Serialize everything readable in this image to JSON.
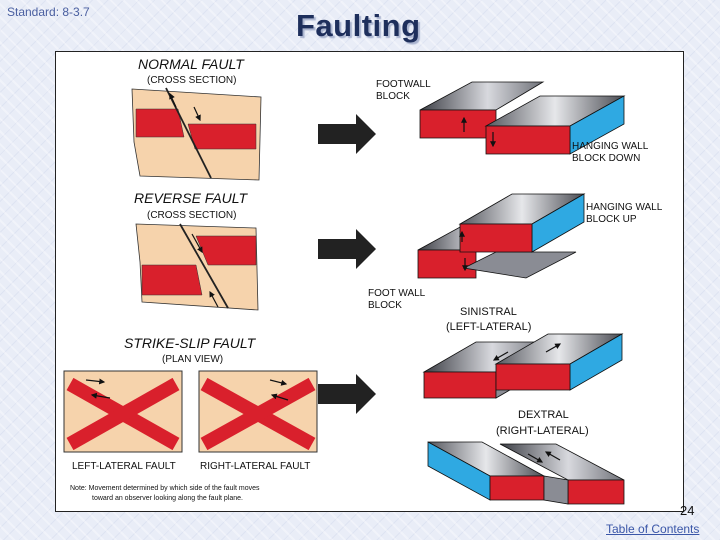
{
  "header": {
    "standard": "Standard: 8-3.7",
    "title": "Faulting"
  },
  "diagram": {
    "normal_fault_title": "NORMAL FAULT",
    "normal_fault_sub": "(CROSS SECTION)",
    "reverse_fault_title": "REVERSE FAULT",
    "reverse_fault_sub": "(CROSS SECTION)",
    "strike_slip_title": "STRIKE-SLIP FAULT",
    "strike_slip_sub": "(PLAN VIEW)",
    "footwall_line1": "FOOTWALL",
    "footwall_line2": "BLOCK",
    "hanging_down_line1": "HANGING WALL",
    "hanging_down_line2": "BLOCK DOWN",
    "hanging_up_line1": "HANGING WALL",
    "hanging_up_line2": "BLOCK UP",
    "foot_wall_line1": "FOOT WALL",
    "foot_wall_line2": "BLOCK",
    "sinistral_line1": "SINISTRAL",
    "sinistral_line2": "(LEFT-LATERAL)",
    "dextral_line1": "DEXTRAL",
    "dextral_line2": "(RIGHT-LATERAL)",
    "left_lateral_label": "LEFT-LATERAL FAULT",
    "right_lateral_label": "RIGHT-LATERAL FAULT",
    "note_line1": "Note: Movement determined by which side of the fault moves",
    "note_line2": "toward an observer looking along the fault plane."
  },
  "footer": {
    "page_number": "24",
    "toc_link": "Table of Contents"
  },
  "colors": {
    "rock": "#f6d3ac",
    "layer": "#d9202c",
    "blue_block": "#2fa9e2",
    "gray_block": "#8a8c94"
  }
}
